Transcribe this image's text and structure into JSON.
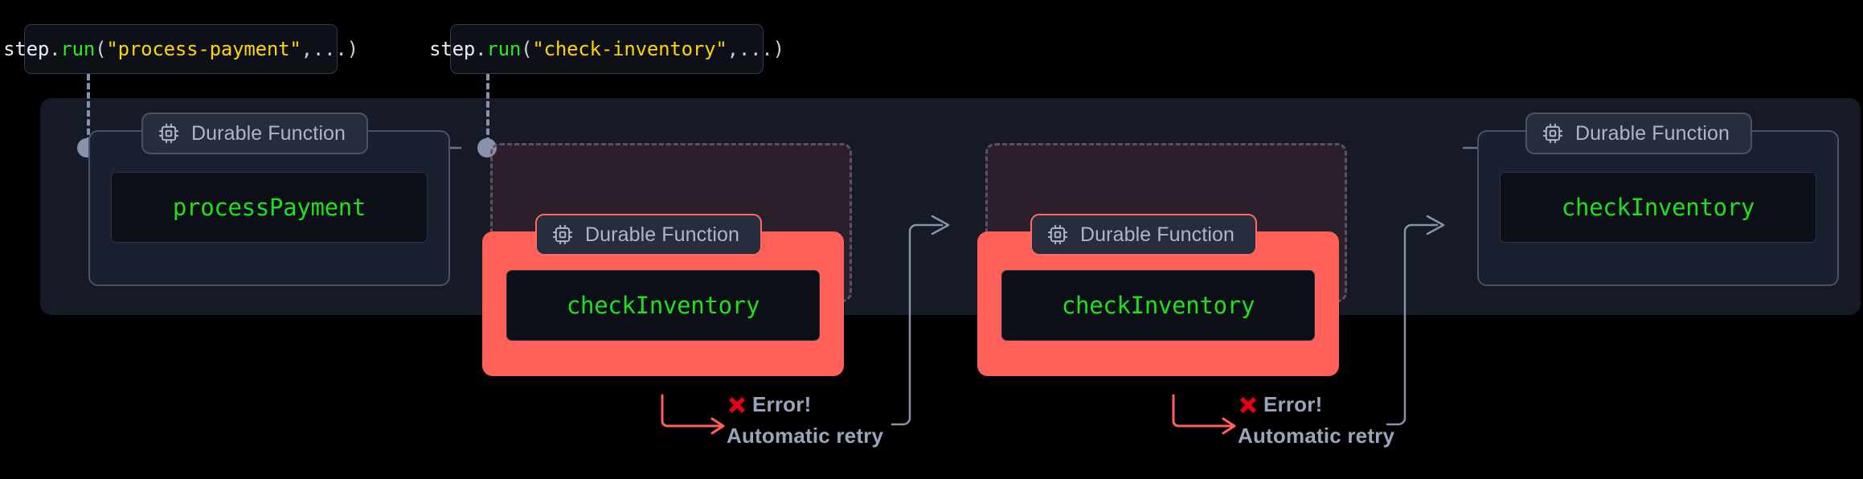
{
  "diagram": {
    "title": "Durable Function automatic retry flow",
    "colors": {
      "page_background": "#000000",
      "panel_background": "#161A26",
      "card_background": "#1B2030",
      "card_border": "#4A5268",
      "badge_background": "#272D3C",
      "code_plate_background": "#0C0F16",
      "function_name_green": "#1FE01F",
      "error_red": "#FF6059",
      "xmark_red": "#E60012",
      "muted_text": "#9AA5BD",
      "connector_gray": "#8892AC",
      "string_yellow": "#FFD400"
    }
  },
  "callouts": [
    {
      "name": "process-payment-call",
      "object": "step",
      "dot": ".",
      "method": "run",
      "open_paren": "(",
      "string": "\"process-payment\"",
      "comma": ",",
      "rest": " ...)"
    },
    {
      "name": "check-inventory-call",
      "object": "step",
      "dot": ".",
      "method": "run",
      "open_paren": "(",
      "string": "\"check-inventory\"",
      "comma": ",",
      "rest": " ...)"
    }
  ],
  "badge": {
    "label": "Durable Function",
    "icon": "cpu-chip-icon"
  },
  "cards": [
    {
      "name": "card-process-payment",
      "function_name": "processPayment",
      "state": "success"
    },
    {
      "name": "card-check-inventory-attempt-1",
      "function_name": "checkInventory",
      "state": "error"
    },
    {
      "name": "card-check-inventory-attempt-2",
      "function_name": "checkInventory",
      "state": "error"
    },
    {
      "name": "card-check-inventory-success",
      "function_name": "checkInventory",
      "state": "success"
    }
  ],
  "errors": [
    {
      "name": "error-note-1",
      "icon": "x-mark-icon",
      "headline": "Error!",
      "detail": "Automatic retry"
    },
    {
      "name": "error-note-2",
      "icon": "x-mark-icon",
      "headline": "Error!",
      "detail": "Automatic retry"
    }
  ]
}
